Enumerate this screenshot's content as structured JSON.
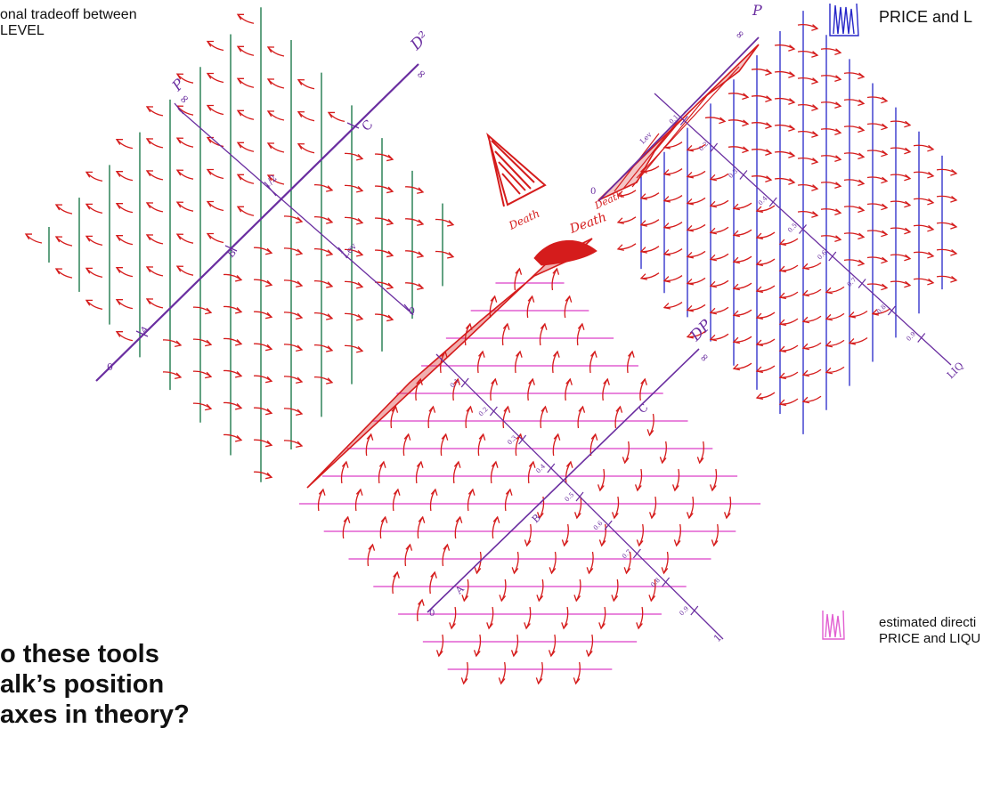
{
  "caption_top_left": {
    "line1": "onal tradeoff between",
    "line2": "LEVEL"
  },
  "legend_top_right": {
    "line1": "PRICE and L"
  },
  "legend_bottom_right": {
    "line1": "estimated directi",
    "line2": "PRICE and LIQU"
  },
  "question": {
    "line1": "o these tools",
    "line2": "alk’s position",
    "line3": "axes in theory?"
  },
  "diagram_labels": {
    "left_p": "P",
    "left_d2": "D²",
    "left_inf": "∞",
    "left_a": "A",
    "left_b": "B",
    "left_c": "C",
    "left_zero": "0",
    "left_mid": "1/2",
    "left_lev": "Lev",
    "top_death": "Death",
    "right_p": "P",
    "right_inf": "∞",
    "right_death": "Death",
    "right_zero": "0",
    "right_lev": "Lev",
    "right_liq": "LIQ",
    "right_ticks": [
      "0.1",
      "0.2",
      "0.3",
      "0.4",
      "0.5",
      "0.6",
      "0.7",
      "0.8",
      "0.9"
    ],
    "bottom_death": "Death",
    "bottom_dp": "DP",
    "bottom_inf": "∞",
    "bottom_a": "A",
    "bottom_b": "B",
    "bottom_c": "C",
    "bottom_zero": "0",
    "bottom_one": "1",
    "bottom_ticks": [
      "0.1",
      "0.2",
      "0.3",
      "0.4",
      "0.5",
      "0.6",
      "0.7",
      "0.8",
      "0.9"
    ]
  },
  "colors": {
    "green": "#1f7a4d",
    "purple": "#6a2ea0",
    "blue": "#2626c8",
    "magenta": "#e25fd1",
    "red": "#d51c1c",
    "text": "#111111"
  }
}
